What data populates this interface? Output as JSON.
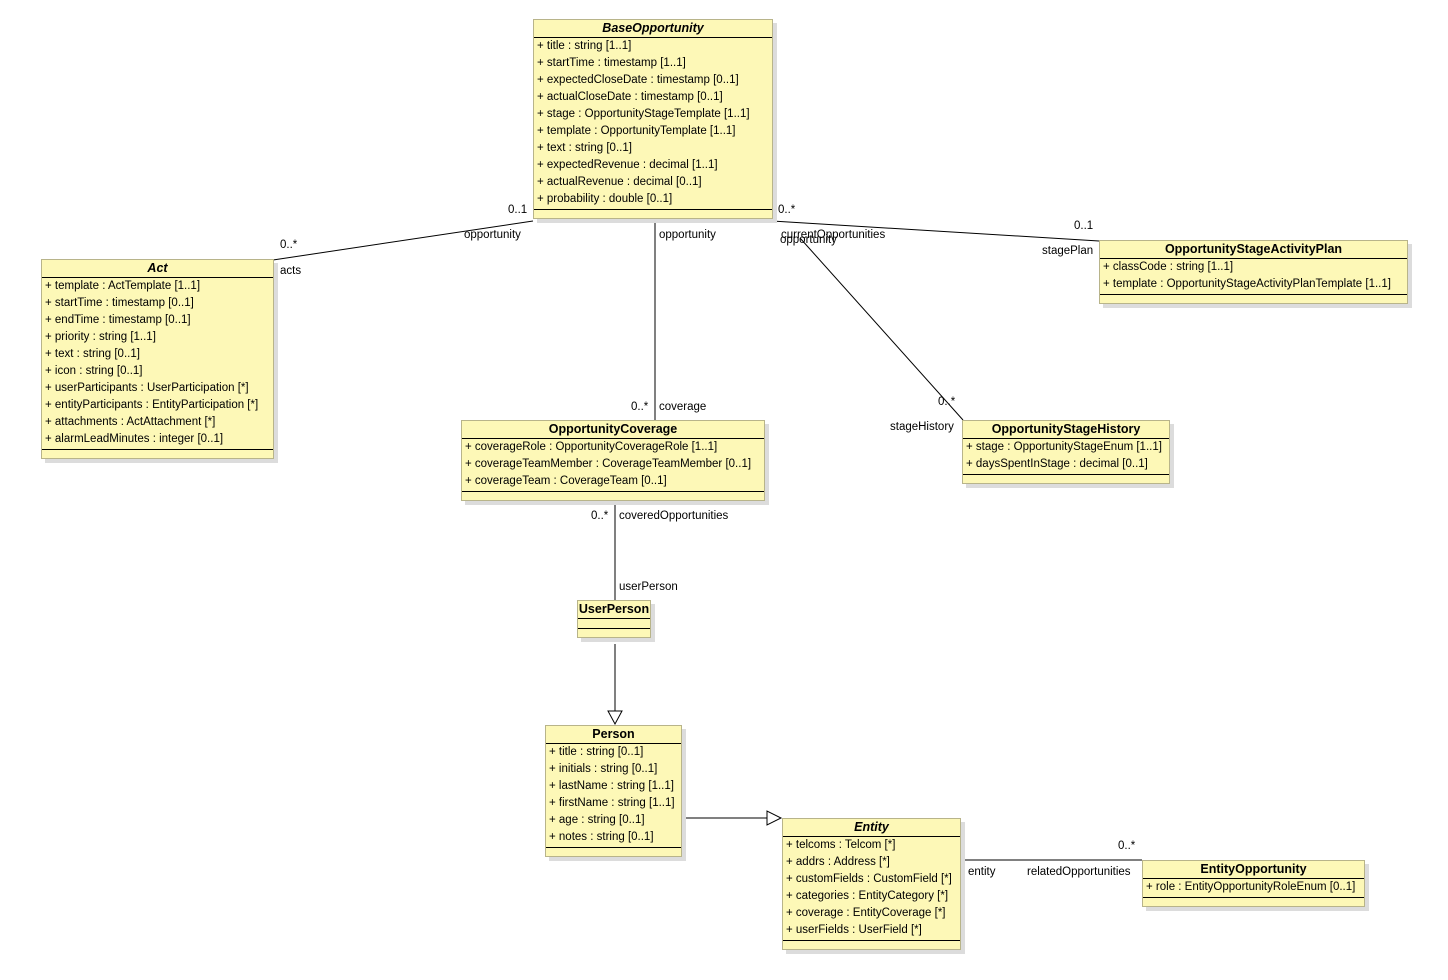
{
  "classes": {
    "base_opportunity": {
      "name": "BaseOpportunity",
      "attributes": [
        "+ title : string [1..1]",
        "+ startTime : timestamp [1..1]",
        "+ expectedCloseDate : timestamp [0..1]",
        "+ actualCloseDate : timestamp [0..1]",
        "+ stage : OpportunityStageTemplate [1..1]",
        "+ template : OpportunityTemplate [1..1]",
        "+ text : string [0..1]",
        "+ expectedRevenue : decimal [1..1]",
        "+ actualRevenue : decimal [0..1]",
        "+ probability : double [0..1]"
      ]
    },
    "act": {
      "name": "Act",
      "attributes": [
        "+ template : ActTemplate [1..1]",
        "+ startTime : timestamp [0..1]",
        "+ endTime : timestamp [0..1]",
        "+ priority : string [1..1]",
        "+ text : string [0..1]",
        "+ icon : string [0..1]",
        "+ userParticipants : UserParticipation [*]",
        "+ entityParticipants : EntityParticipation [*]",
        "+ attachments : ActAttachment [*]",
        "+ alarmLeadMinutes : integer [0..1]"
      ]
    },
    "stage_activity_plan": {
      "name": "OpportunityStageActivityPlan",
      "attributes": [
        "+ classCode : string [1..1]",
        "+ template : OpportunityStageActivityPlanTemplate [1..1]"
      ]
    },
    "coverage": {
      "name": "OpportunityCoverage",
      "attributes": [
        "+ coverageRole : OpportunityCoverageRole [1..1]",
        "+ coverageTeamMember : CoverageTeamMember [0..1]",
        "+ coverageTeam : CoverageTeam [0..1]"
      ]
    },
    "stage_history": {
      "name": "OpportunityStageHistory",
      "attributes": [
        "+ stage : OpportunityStageEnum [1..1]",
        "+ daysSpentInStage : decimal [0..1]"
      ]
    },
    "user_person": {
      "name": "UserPerson",
      "attributes": []
    },
    "person": {
      "name": "Person",
      "attributes": [
        "+ title : string [0..1]",
        "+ initials : string [0..1]",
        "+ lastName : string [1..1]",
        "+ firstName : string [1..1]",
        "+ age : string [0..1]",
        "+ notes : string [0..1]"
      ]
    },
    "entity": {
      "name": "Entity",
      "attributes": [
        "+ telcoms : Telcom [*]",
        "+ addrs : Address [*]",
        "+ customFields : CustomField [*]",
        "+ categories : EntityCategory [*]",
        "+ coverage : EntityCoverage [*]",
        "+ userFields : UserField [*]"
      ]
    },
    "entity_opportunity": {
      "name": "EntityOpportunity",
      "attributes": [
        "+ role : EntityOpportunityRoleEnum [0..1]"
      ]
    }
  },
  "labels": {
    "act_mult_top": "0..1",
    "act_role_top": "opportunity",
    "act_mult_bottom": "0..*",
    "act_role_bottom": "acts",
    "cov_role_top": "opportunity",
    "cov_mult_bottom": "0..*",
    "cov_role_bottom": "coverage",
    "plan_mult_top": "0..*",
    "plan_role_top": "currentOpportunities",
    "plan_mult_right": "0..1",
    "plan_role_right": "stagePlan",
    "hist_role_top": "opportunity",
    "hist_mult_bottom": "0..*",
    "hist_role_bottom": "stageHistory",
    "user_mult_top": "0..*",
    "user_role_top": "coveredOpportunities",
    "user_role_bottom": "userPerson",
    "ent_role_left": "entity",
    "ent_role_right": "relatedOpportunities",
    "ent_mult_right": "0..*"
  }
}
